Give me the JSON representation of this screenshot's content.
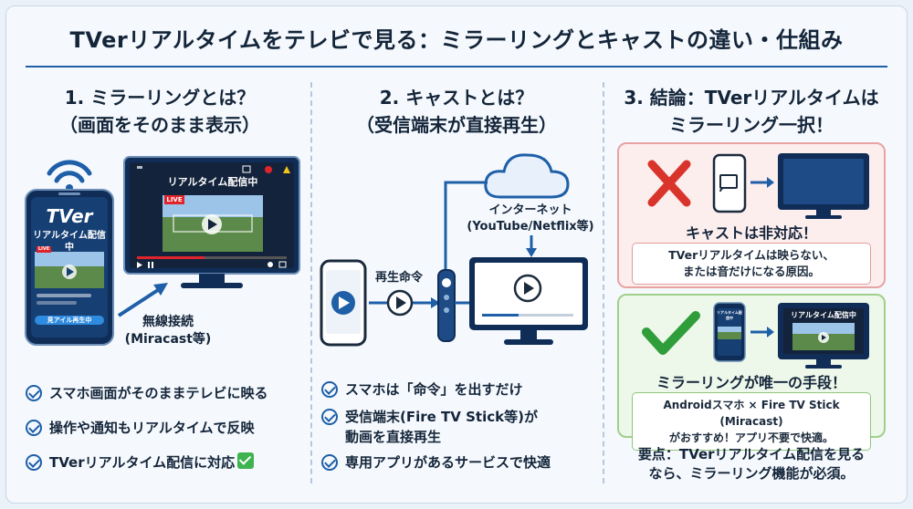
{
  "title": "TVerリアルタイムをテレビで見る：ミラーリングとキャストの違い・仕組み",
  "col1": {
    "heading_line1": "1. ミラーリングとは？",
    "heading_line2": "（画面をそのまま表示）",
    "phone_logo": "TVer",
    "phone_caption": "リアルタイム配信中",
    "phone_button": "見アイル再生中",
    "tv_caption": "リアルタイム配信中",
    "live_badge": "LIVE",
    "connection_line1": "無線接続",
    "connection_line2": "(Miracast等)",
    "bullets": [
      "スマホ画面がそのままテレビに映る",
      "操作や通知もリアルタイムで反映",
      "TVerリアルタイム配信に対応"
    ]
  },
  "col2": {
    "heading_line1": "2. キャストとは？",
    "heading_line2": "（受信端末が直接再生）",
    "internet_line1": "インターネット",
    "internet_line2": "(YouTube/Netflix等)",
    "command_label": "再生命令",
    "bullets": [
      {
        "line1": "スマホは「命令」を出すだけ",
        "line2": ""
      },
      {
        "line1": "受信端末(Fire TV Stick等)が",
        "line2": "動画を直接再生"
      },
      {
        "line1": "専用アプリがあるサービスで快適",
        "line2": ""
      }
    ]
  },
  "col3": {
    "heading_line1": "3. 結論：TVerリアルタイムは",
    "heading_line2": "ミラーリング一択！",
    "bad_title": "キャストは非対応！",
    "bad_line1": "TVerリアルタイムは映らない、",
    "bad_line2": "または音だけになる原因。",
    "good_title": "ミラーリングが唯一の手段！",
    "good_line1": "Androidスマホ × Fire TV Stick (Miracast)",
    "good_line2": "がおすすめ！アプリ不要で快適。",
    "good_phone_caption": "リアルタイム配信中",
    "good_tv_caption": "リアルタイム配信中",
    "conclusion_line1": "要点：TVerリアルタイム配信を見る",
    "conclusion_line2": "なら、ミラーリング機能が必須。"
  },
  "colors": {
    "accent": "#1e5fa8",
    "dark": "#14253a",
    "bad": "#d9342b",
    "good": "#2e9d3a",
    "live": "#e0242c"
  }
}
